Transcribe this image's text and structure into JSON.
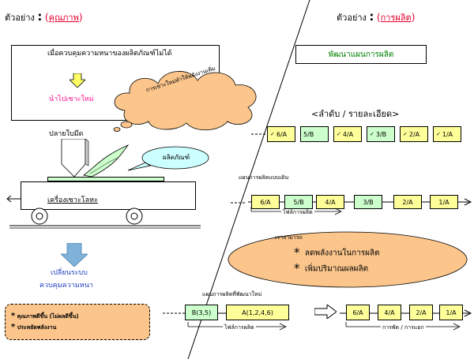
{
  "left": {
    "example_label": "ตัวอย่าง",
    "colon": ":",
    "topic": "คุณภาพ",
    "problem_text": "เมื่อควบคุมความหนาของผลิตภัณฑ์ไม่ได้",
    "redrill_text": "นำไปเซาะใหม่",
    "cloud_text": "การเซาะใหม่ทำให้พลังงานเพิ่ม",
    "blade_tip_label": "ปลายใบมีด",
    "product_label": "ผลิตภัณฑ์",
    "machine_label": "เครื่องเซาะโลหะ",
    "change_system_label": "เปลี่ยนระบบ",
    "thickness_control_label": "ควบคุมความหนา",
    "results": [
      "คุณภาพดีขึ้น (ไม่ผลดีขึ้น)",
      "ประหยัดพลังงาน"
    ]
  },
  "right": {
    "example_label": "ตัวอย่าง",
    "colon": ":",
    "topic": "การผลิต",
    "plan_title": "พัฒนาแผนการผลิต",
    "order_header": "<ลำดับ / รายละเอียด>",
    "order_row": [
      {
        "label": "6/A",
        "color": "#ffff99",
        "mark": "✓"
      },
      {
        "label": "5/B",
        "color": "#ccffcc",
        "mark": ""
      },
      {
        "label": "4/A",
        "color": "#ffff99",
        "mark": "✓"
      },
      {
        "label": "3/B",
        "color": "#ccffcc",
        "mark": "✓"
      },
      {
        "label": "2/A",
        "color": "#ffff99",
        "mark": "✓"
      },
      {
        "label": "1/A",
        "color": "#ffff99",
        "mark": "✓"
      }
    ],
    "original_plan_label": "แผนการผลิตแบบเดิม",
    "original_row": [
      {
        "label": "6/A",
        "color": "#ffff99"
      },
      {
        "label": "5/B",
        "color": "#ccffcc"
      },
      {
        "label": "4/A",
        "color": "#ffff99"
      },
      {
        "label": "3/B",
        "color": "#ccffcc"
      },
      {
        "label": "2/A",
        "color": "#ffff99"
      },
      {
        "label": "1/A",
        "color": "#ffff99"
      }
    ],
    "flow_label": "ไฟล์การผลิต",
    "we_can_label": "เราสามารถ",
    "benefits": [
      "ลดพลังงานในการผลิต",
      "เพิ่มปริมาณผลผลิต"
    ],
    "improved_plan_label": "แผนการผลิตที่พัฒนาใหม่",
    "improved_b": "B(3,5)",
    "improved_a": "A(1,2,4,6)",
    "result_row": [
      "6/A",
      "4/A",
      "2/A",
      "1/A"
    ],
    "result_note": "การพัด / การแยก"
  },
  "colors": {
    "accent_red": "#e3002b",
    "green_title": "#008000",
    "blue_text": "#1f3fbf",
    "pink_text": "#ff1493",
    "cloud_fill": "#fbc58c",
    "ellipse_fill": "#fbc58c",
    "bubble_fill": "#ccffff",
    "yellow": "#ffff99",
    "light_green": "#ccffcc",
    "arrow_blue": "#7fb2d9"
  }
}
